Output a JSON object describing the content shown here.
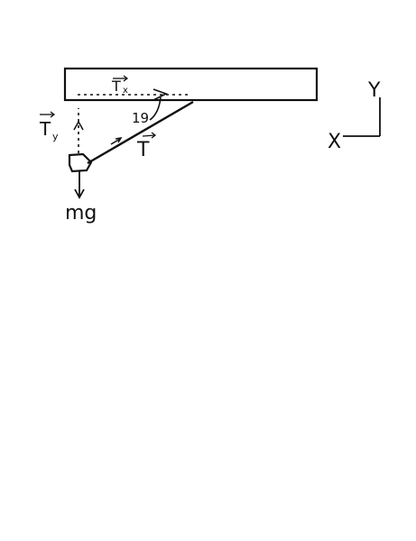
{
  "labels": {
    "tx": "T",
    "tx_sub": "x",
    "ty": "T",
    "ty_sub": "y",
    "t": "T",
    "angle": "19",
    "mg": "mg",
    "axis_x": "X",
    "axis_y": "Y"
  },
  "colors": {
    "ink": "#111111",
    "background": "#ffffff"
  }
}
